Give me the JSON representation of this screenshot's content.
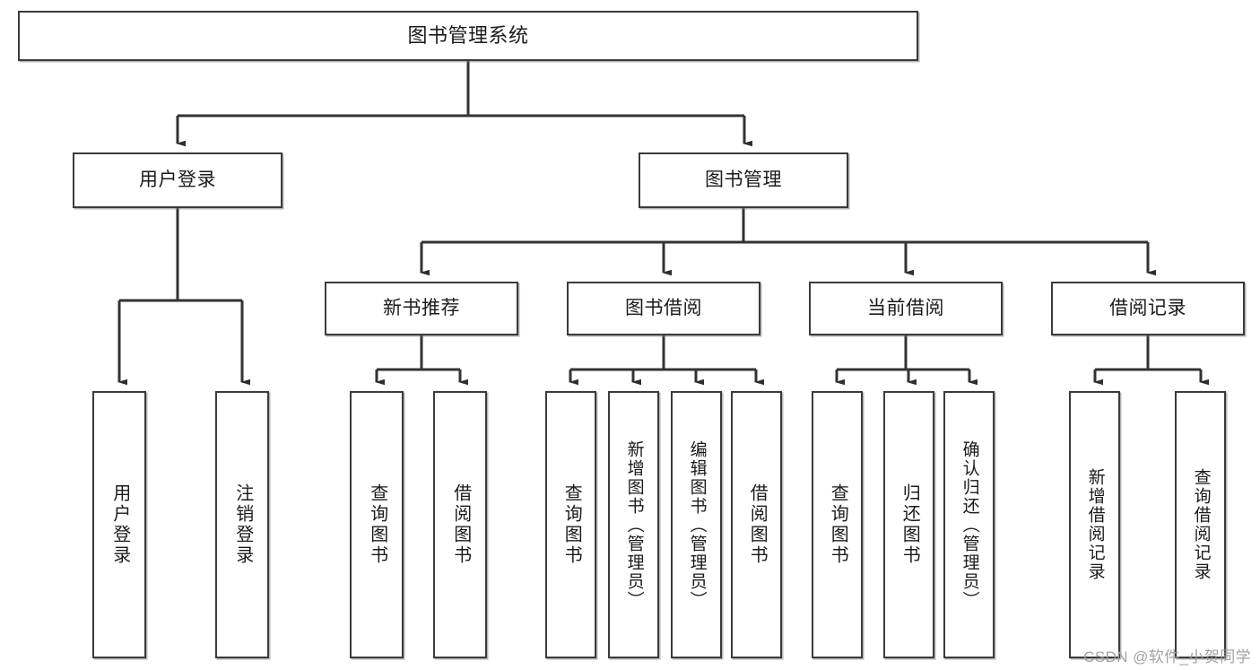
{
  "diagram": {
    "title": "图书管理系统",
    "type": "tree-hierarchy",
    "orientation": "top-down",
    "watermark": "CSDN @软件_小贺同学",
    "colors": {
      "box_border": "#3b3b3b",
      "box_fill": "#ffffff",
      "edge": "#333333",
      "text": "#1b1b1b",
      "watermark": "#9b9b9b"
    }
  },
  "nodes": {
    "root": {
      "label": "图书管理系统",
      "level": 1
    },
    "level2": [
      {
        "id": "user-login",
        "label": "用户登录"
      },
      {
        "id": "book-manage",
        "label": "图书管理"
      }
    ],
    "level3": [
      {
        "id": "new-book-rec",
        "label": "新书推荐"
      },
      {
        "id": "book-borrow",
        "label": "图书借阅"
      },
      {
        "id": "current-borrow",
        "label": "当前借阅"
      },
      {
        "id": "borrow-record",
        "label": "借阅记录"
      }
    ],
    "leaves": {
      "user-login": [
        {
          "id": "leaf-user-login",
          "label": "用户登录"
        },
        {
          "id": "leaf-logout",
          "label": "注销登录"
        }
      ],
      "new-book-rec": [
        {
          "id": "leaf-query-book-1",
          "label": "查询图书"
        },
        {
          "id": "leaf-borrow-book-1",
          "label": "借阅图书"
        }
      ],
      "book-borrow": [
        {
          "id": "leaf-query-book-2",
          "label": "查询图书"
        },
        {
          "id": "leaf-add-book",
          "label": "新增图书（管理员）"
        },
        {
          "id": "leaf-edit-book",
          "label": "编辑图书（管理员）"
        },
        {
          "id": "leaf-borrow-book-2",
          "label": "借阅图书"
        }
      ],
      "current-borrow": [
        {
          "id": "leaf-query-book-3",
          "label": "查询图书"
        },
        {
          "id": "leaf-return-book",
          "label": "归还图书"
        },
        {
          "id": "leaf-confirm-return",
          "label": "确认归还（管理员）"
        }
      ],
      "borrow-record": [
        {
          "id": "leaf-add-record",
          "label": "新增借阅记录"
        },
        {
          "id": "leaf-query-record",
          "label": "查询借阅记录"
        }
      ]
    }
  }
}
